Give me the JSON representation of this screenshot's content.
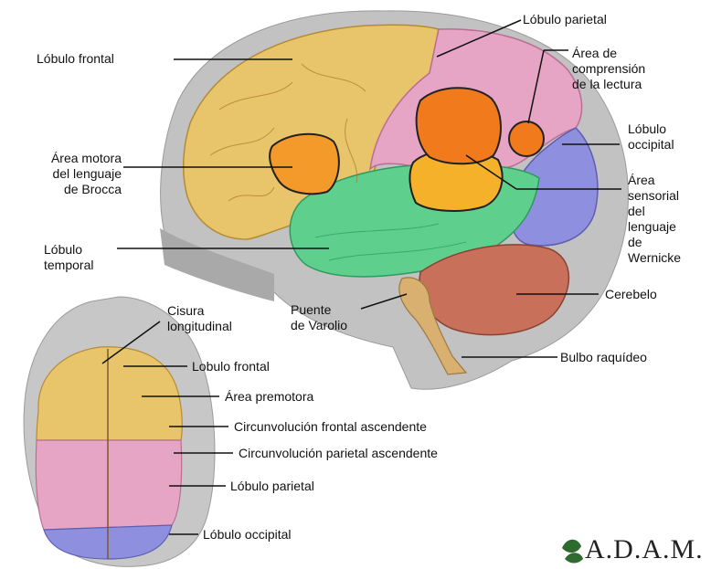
{
  "labels": {
    "lobulo_frontal": "Lóbulo frontal",
    "lobulo_parietal": "Lóbulo parietal",
    "area_comprension": "Área de\ncomprensión\nde la lectura",
    "lobulo_occipital": "Lóbulo\noccipital",
    "area_motora": "Área motora\ndel lenguaje\nde Brocca",
    "area_sensorial": "Área\nsensorial\ndel\nlenguaje\nde\nWernicke",
    "lobulo_temporal": "Lóbulo\ntemporal",
    "cerebelo": "Cerebelo",
    "puente_varolio": "Puente\nde Varolio",
    "bulbo_raquideo": "Bulbo raquídeo",
    "cisura_longitudinal": "Cisura\nlongitudinal",
    "top_lobulo_frontal": "Lobulo frontal",
    "area_premotora": "Área premotora",
    "circ_frontal": "Circunvolución frontal ascendente",
    "circ_parietal": "Circunvolución parietal ascendente",
    "top_lobulo_parietal": "Lóbulo parietal",
    "top_lobulo_occipital": "Lóbulo occipital"
  },
  "logo": {
    "text": "A.D.A.M."
  },
  "colors": {
    "frontal": "#e8c46a",
    "parietal": "#e7a5c6",
    "occipital": "#8f8fe0",
    "temporal": "#5fcf8e",
    "broca": "#f39a2a",
    "wernicke": "#f6b12a",
    "reading": "#f07a1c",
    "cerebellum": "#c9705a",
    "brainstem": "#d9b070",
    "head": "#bdbdbd"
  }
}
